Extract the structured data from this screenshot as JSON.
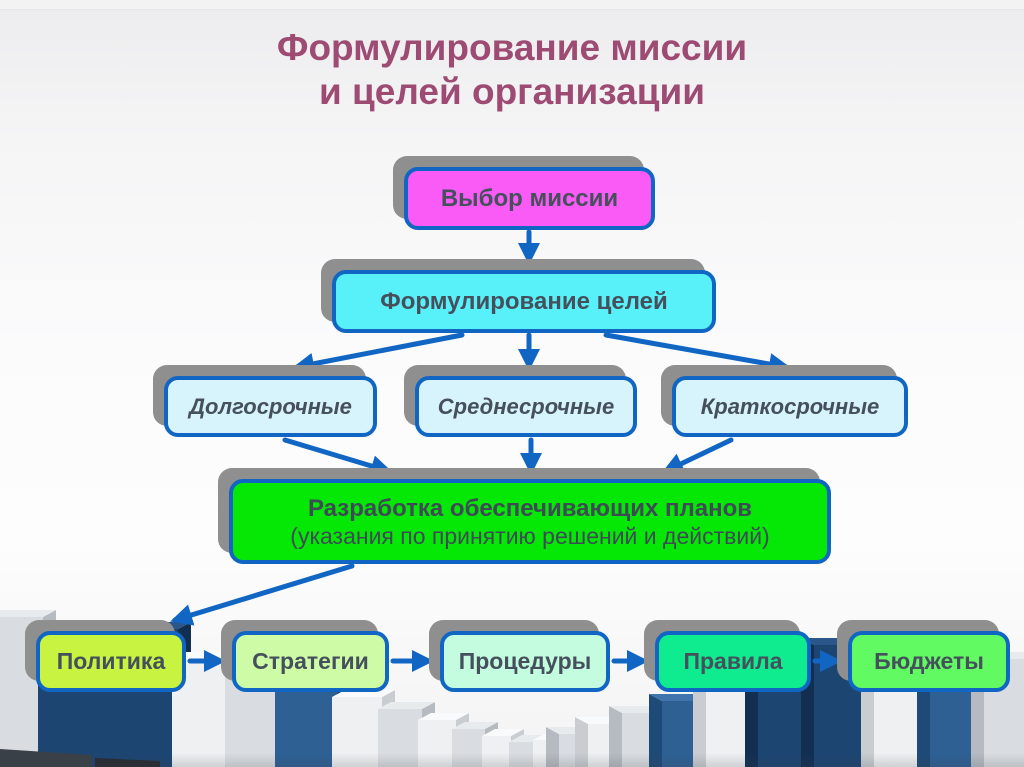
{
  "slide": {
    "title_lines": [
      "Формулирование миссии",
      "и целей организации"
    ]
  },
  "diagram": {
    "nodes": {
      "mission": {
        "label": "Выбор миссии",
        "fill": "#fa5af5"
      },
      "goals": {
        "label": "Формулирование целей",
        "fill": "#58f0f9"
      },
      "long_term": {
        "label": "Долгосрочные",
        "fill": "#d7f3fb"
      },
      "mid_term": {
        "label": "Среднесрочные",
        "fill": "#d7f3fb"
      },
      "short_term": {
        "label": "Краткосрочные",
        "fill": "#d7f3fb"
      },
      "plans": {
        "label": "Разработка обеспечивающих планов",
        "sublabel": "(указания по принятию решений и действий)",
        "fill": "#05e705"
      },
      "policy": {
        "label": "Политика",
        "fill": "#c8f441"
      },
      "strategies": {
        "label": "Стратегии",
        "fill": "#cefba6"
      },
      "procedures": {
        "label": "Процедуры",
        "fill": "#c3fcdf"
      },
      "rules": {
        "label": "Правила",
        "fill": "#0feb8f"
      },
      "budgets": {
        "label": "Бюджеты",
        "fill": "#62fa62"
      }
    },
    "edges": [
      {
        "from": "mission",
        "to": "goals"
      },
      {
        "from": "goals",
        "to": "long_term"
      },
      {
        "from": "goals",
        "to": "mid_term"
      },
      {
        "from": "goals",
        "to": "short_term"
      },
      {
        "from": "long_term",
        "to": "plans"
      },
      {
        "from": "mid_term",
        "to": "plans"
      },
      {
        "from": "short_term",
        "to": "plans"
      },
      {
        "from": "plans",
        "to": "policy"
      },
      {
        "from": "policy",
        "to": "strategies"
      },
      {
        "from": "strategies",
        "to": "procedures"
      },
      {
        "from": "procedures",
        "to": "rules"
      },
      {
        "from": "rules",
        "to": "budgets"
      }
    ],
    "colors": {
      "border": "#1166c4",
      "arrow": "#1166c4",
      "shadow": "#8f8f8f",
      "title": "#9d4b72",
      "text": "#45505c"
    }
  }
}
